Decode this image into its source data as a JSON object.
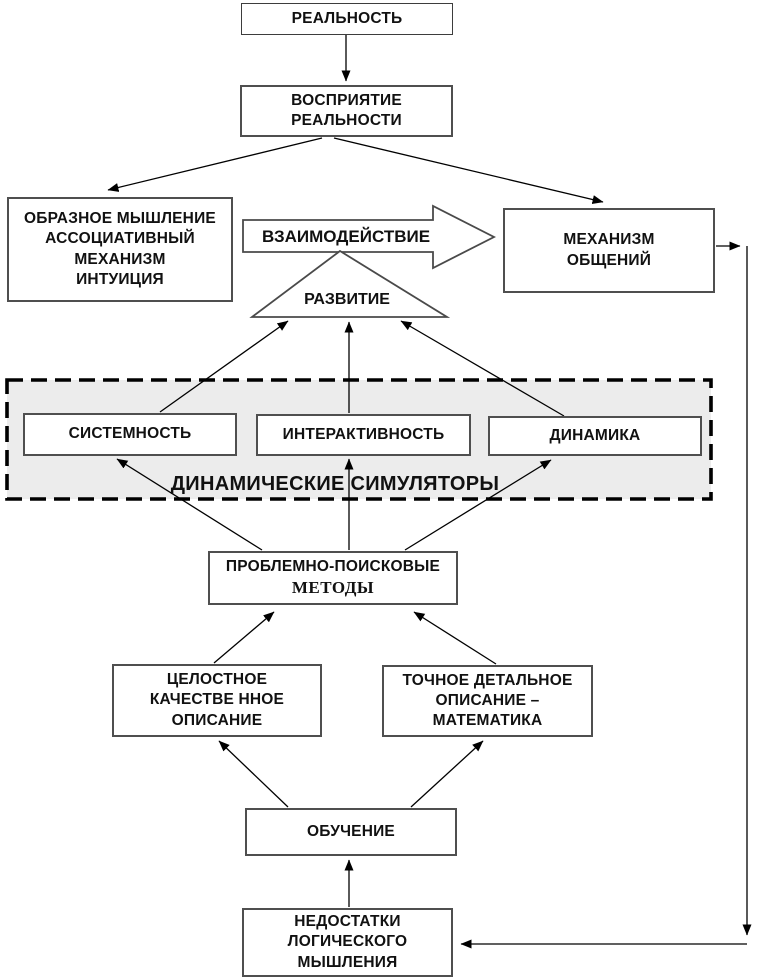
{
  "diagram": {
    "region_label": "ДИНАМИЧЕСКИЕ СИМУЛЯТОРЫ",
    "nodes": {
      "reality": "РЕАЛЬНОСТЬ",
      "perception": "ВОСПРИЯТИЕ\nРЕАЛЬНОСТИ",
      "figurative_thinking": "ОБРАЗНОЕ МЫШЛЕНИЕ\nАССОЦИАТИВНЫЙ\nМЕХАНИЗМ\nИНТУИЦИЯ",
      "interaction": "ВЗАИМОДЕЙСТВИЕ",
      "communication_mechanism": "МЕХАНИЗМ\nОБЩЕНИЙ",
      "development": "РАЗВИТИЕ",
      "systemness": "СИСТЕМНОСТЬ",
      "interactivity": "ИНТЕРАКТИВНОСТЬ",
      "dynamics": "ДИНАМИКА",
      "problem_search_line1": "ПРОБЛЕМНО-ПОИСКОВЫЕ",
      "problem_search_line2": "МЕТОДЫ",
      "holistic_description": "ЦЕЛОСТНОЕ\nКАЧЕСТВЕ ННОЕ\nОПИСАНИЕ",
      "precise_description": "ТОЧНОЕ ДЕТАЛЬНОЕ\nОПИСАНИЕ –\nМАТЕМАТИКА",
      "training": "ОБУЧЕНИЕ",
      "shortcomings": "НЕДОСТАТКИ\nЛОГИЧЕСКОГО\nМЫШЛЕНИЯ"
    },
    "colors": {
      "region_fill": "#ececec",
      "box_border": "#4f4f4f",
      "line": "#000000"
    }
  }
}
